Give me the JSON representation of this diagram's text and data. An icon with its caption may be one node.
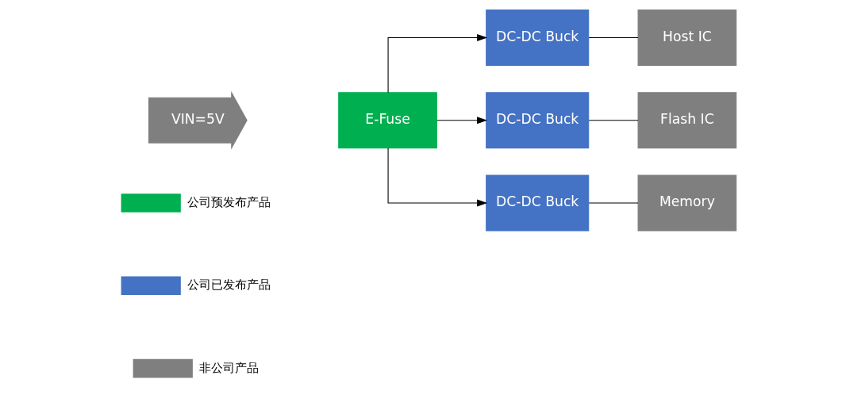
{
  "diagram": {
    "nodes": [
      {
        "text": [
          "VIN=5V"
        ]
      },
      {
        "text": [
          "E-Fuse"
        ]
      },
      {
        "text": [
          "DC-DC Buck"
        ]
      },
      {
        "text": [
          "DC-DC Buck"
        ]
      },
      {
        "text": [
          "DC-DC Buck"
        ]
      },
      {
        "text": [
          "Host IC"
        ]
      },
      {
        "text": [
          "Flash IC"
        ]
      },
      {
        "text": [
          "Memory"
        ]
      }
    ],
    "edges": [
      {
        "from": 1,
        "to": 2,
        "arrow": "to"
      },
      {
        "from": 1,
        "to": 3,
        "arrow": "to"
      },
      {
        "from": 1,
        "to": 4,
        "arrow": "to"
      },
      {
        "from": 2,
        "to": 5,
        "arrow": "none"
      },
      {
        "from": 3,
        "to": 6,
        "arrow": "none"
      },
      {
        "from": 4,
        "to": 7,
        "arrow": "none"
      }
    ],
    "legend": [
      {
        "text": "公司预发布产品",
        "color": "#00b050"
      },
      {
        "text": "公司已发布产品",
        "color": "#4472c4"
      },
      {
        "text": "非公司产品",
        "color": "#7f7f7f"
      }
    ]
  }
}
